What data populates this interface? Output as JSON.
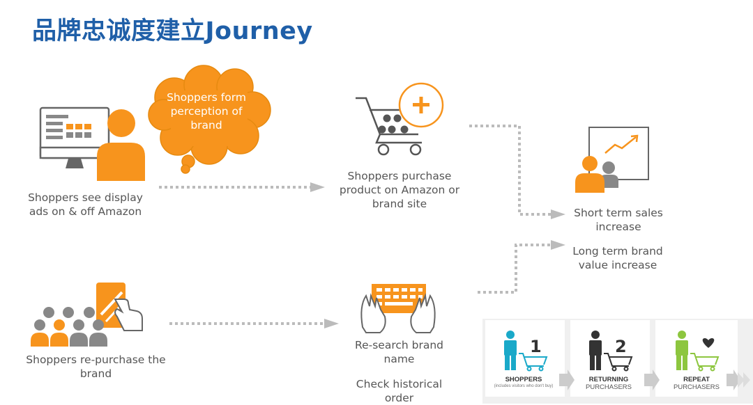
{
  "title": "品牌忠诚度建立Journey",
  "nodes": {
    "display_ads": "Shoppers see display ads on & off Amazon",
    "thought_bubble": "Shoppers form perception of brand",
    "purchase": "Shoppers purchase product on Amazon or brand site",
    "short_term": "Short term sales increase",
    "long_term": "Long term brand value increase",
    "repurchase": "Shoppers re-purchase the brand",
    "research": "Re-search brand name",
    "check_order": "Check historical order"
  },
  "stages": [
    {
      "number": "1",
      "title": "SHOPPERS",
      "subtitle": "(includes visitors who don't buy)"
    },
    {
      "number": "2",
      "title": "RETURNING",
      "subtitle": "PURCHASERS"
    },
    {
      "number": "",
      "title": "REPEAT",
      "subtitle": "PURCHASERS"
    }
  ],
  "colors": {
    "accent": "#f7941d",
    "title": "#1f5fa8",
    "gray": "#888888",
    "arrow": "#bbbbbb",
    "stage1": "#1aa9c9",
    "stage2": "#333333",
    "stage3": "#8dc63f"
  },
  "icons": [
    "monitor-icon",
    "person-icon",
    "thought-cloud-icon",
    "shopping-cart-icon",
    "plus-icon",
    "growth-chart-icon",
    "people-group-icon",
    "smartphone-icon",
    "hand-icon",
    "keyboard-icon",
    "heart-icon"
  ]
}
